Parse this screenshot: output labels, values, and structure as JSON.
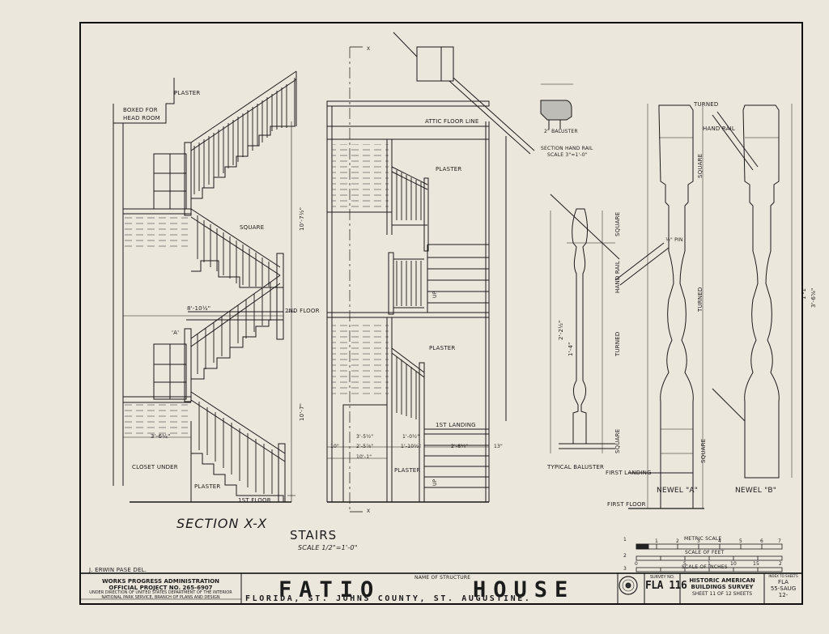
{
  "drawing": {
    "section_title": "SECTION X-X",
    "stairs_title": "STAIRS",
    "stairs_scale": "SCALE 1/2\"=1'-0\"",
    "labels": {
      "plaster_1": "PLASTER",
      "boxed_for": "BOXED FOR",
      "head_room": "HEAD ROOM",
      "square_1": "SQUARE",
      "dim_8_10": "8'-10½\"",
      "floor_2nd": "2ND FLOOR",
      "label_a": "'A'",
      "dim_3_6": "3'-6¼\"",
      "closet_under": "CLOSET UNDER",
      "plaster_2": "PLASTER",
      "first_floor_left": "1ST FLOOR",
      "dim_10_7_upper": "10'-7½\"",
      "dim_10_7_lower": "10'-7\"",
      "attic_floor_line": "ATTIC FLOOR LINE",
      "plaster_3": "PLASTER",
      "plaster_4": "PLASTER",
      "first_landing_mid": "1ST LANDING",
      "plaster_5": "PLASTER",
      "up_1": "UP",
      "up_2": "UP",
      "dim_3_5": "3'-5½\"",
      "dim_2_5": "2'-5⅞\"",
      "dim_10": "10\"",
      "dim_1_0": "1'-0½\"",
      "dim_1_10": "1'-10½\"",
      "dim_2_8": "2'-8¼\"",
      "dim_13": "13\"",
      "dim_10_1": "10'-1\"",
      "x_top": "X",
      "x_bottom": "X",
      "baluster": "2\" BALUSTER",
      "section_hand_rail": "SECTION HAND RAIL",
      "hand_rail_scale": "SCALE 3\"=1'-0\"",
      "typical_baluster": "TYPICAL BALUSTER",
      "turned_1": "TURNED",
      "square_2": "SQUARE",
      "square_3": "SQUARE",
      "hand_rail_1": "HAND RAIL",
      "pin": "½\" PIN",
      "first_landing_right": "FIRST LANDING",
      "first_floor_right": "FIRST FLOOR",
      "turned_2": "TURNED",
      "turned_3": "TURNED",
      "square_4": "SQUARE",
      "square_5": "SQUARE",
      "hand_rail_2": "HAND RAIL",
      "newel_a": "NEWEL \"A\"",
      "newel_b": "NEWEL \"B\"",
      "dim_1_1": "1'-1\"",
      "dim_3_6b": "3'-6⅝\"",
      "dim_2_2": "2'-2½\"",
      "dim_1_4": "1'-4\""
    },
    "scales": {
      "metric": "METRIC SCALE",
      "feet": "SCALE OF FEET",
      "inches": "SCALE OF INCHES",
      "metric_ticks": [
        "1",
        "2",
        "3",
        "4",
        "5",
        "6",
        "7"
      ],
      "feet_ticks": [
        "0",
        "1",
        "2"
      ],
      "inch_ticks": [
        "0",
        "5",
        "10",
        "15"
      ],
      "row_labels": [
        "1",
        "2",
        "3"
      ]
    }
  },
  "title_block": {
    "delineator": "J. ERWIN PASE   DEL.",
    "agency_1": "WORKS PROGRESS ADMINISTRATION",
    "agency_2": "OFFICIAL PROJECT NO. 265-6907",
    "agency_3": "UNDER DIRECTION OF UNITED STATES DEPARTMENT OF THE INTERIOR",
    "agency_4": "NATIONAL PARK SERVICE, BRANCH OF PLANS AND DESIGN",
    "name_of_structure_label": "NAME OF STRUCTURE",
    "structure_name_1": "FATIO",
    "structure_name_2": "HOUSE",
    "location": "FLORIDA, ST. JOHNS COUNTY, ST. AUGUSTINE.",
    "survey_no_label": "SURVEY NO.",
    "survey_no": "FLA 116",
    "survey_name_1": "HISTORIC AMERICAN",
    "survey_name_2": "BUILDINGS SURVEY",
    "sheet": "SHEET 11 OF 12 SHEETS",
    "index_label": "INDEX TO SHEETS",
    "index_1": "FLA",
    "index_2": "55-SAUG",
    "index_3": "12-"
  }
}
